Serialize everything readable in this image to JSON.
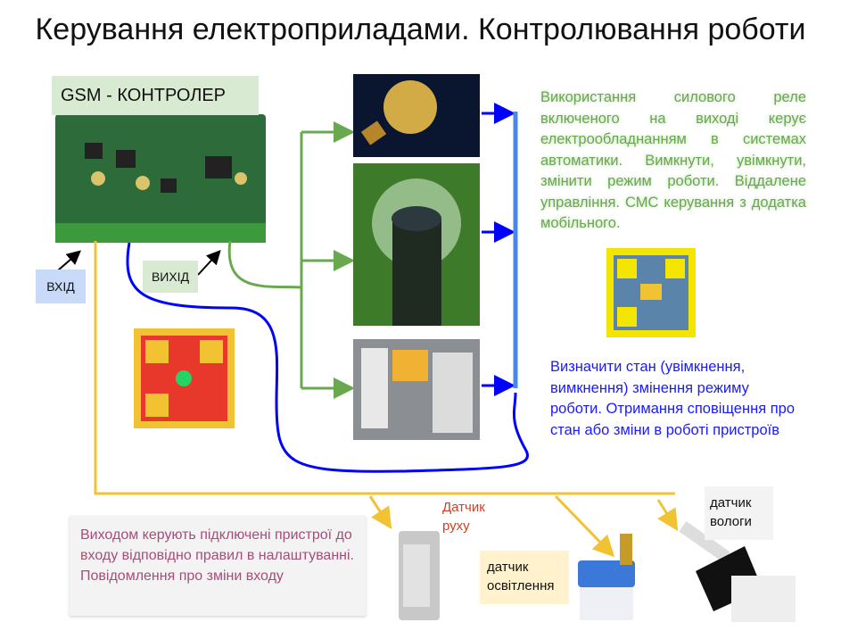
{
  "title": "Керування електроприладами. Контролювання роботи",
  "controller": {
    "label": "GSM - КОНТРОЛЕР",
    "input_label": "ВХІД",
    "output_label": "ВИХІД"
  },
  "relay_description": "Використання силового реле включеного на виході керує електрообладнанням в системах автоматики. Вимкнути, увімкнути, змінити режим роботи. Віддалене управління. СМС керування з додатка мобільного.",
  "state_description": "Визначити стан (увімкнення, вимкнення) змінення режиму роботи. Отримання сповіщення про стан або зміни в роботі пристроїв",
  "input_note": "Виходом керують підключені пристрої до входу відповідно правил в налаштуванні. Повідомлення про зміни входу",
  "sensors": {
    "motion": "Датчик руху",
    "light": "датчик освітлення",
    "humidity": "датчик вологи"
  },
  "colors": {
    "green": "#6aa84f",
    "blue": "#0000ff",
    "yellow": "#f1c232"
  }
}
